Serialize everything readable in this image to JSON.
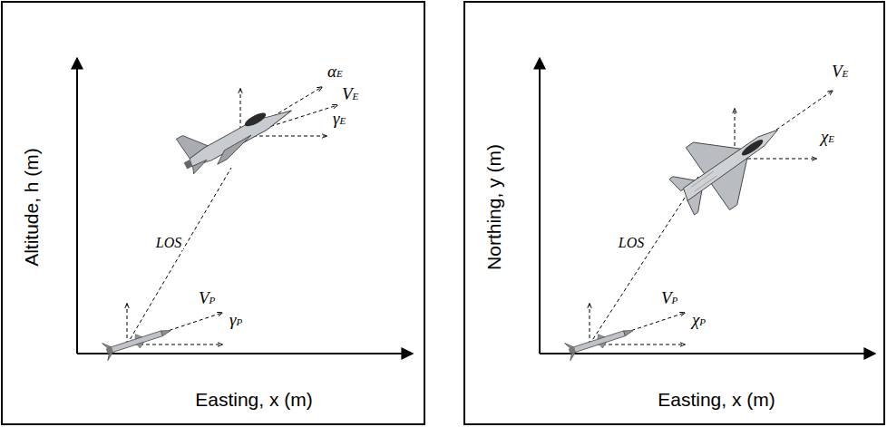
{
  "diagram": {
    "labels": [
      "Altitude, h (m)",
      "Easting, x (m)",
      "LOS",
      "αE",
      "VE",
      "γE",
      "VP",
      "γP",
      "Northing, y (m)",
      "Easting, x (m)",
      "LOS",
      "VE",
      "χE",
      "VP",
      "χP"
    ]
  }
}
